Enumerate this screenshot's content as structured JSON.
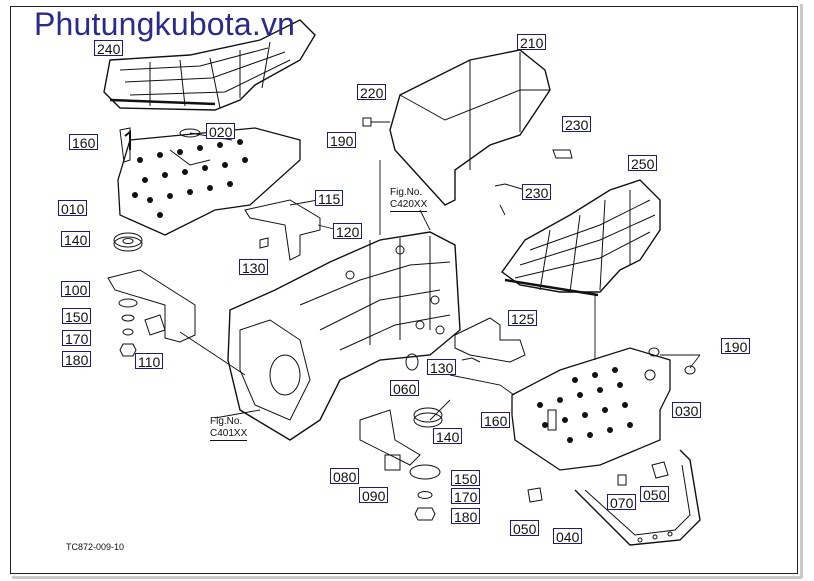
{
  "watermark": "Phutungkubota.vn",
  "drawing_code": "TC872-009-10",
  "figure_refs": [
    {
      "title": "Fig.No.",
      "code": "C420XX"
    },
    {
      "title": "Fig.No.",
      "code": "C401XX"
    }
  ],
  "callouts": [
    "240",
    "160",
    "020",
    "190",
    "220",
    "210",
    "230",
    "230",
    "250",
    "010",
    "115",
    "120",
    "140",
    "130",
    "100",
    "150",
    "170",
    "180",
    "110",
    "125",
    "190",
    "130",
    "060",
    "030",
    "160",
    "140",
    "080",
    "090",
    "150",
    "170",
    "180",
    "070",
    "050",
    "050",
    "040"
  ],
  "line_color": "#111111",
  "label_border_color": "#1a1a8c",
  "watermark_color": "#2a2a8a"
}
